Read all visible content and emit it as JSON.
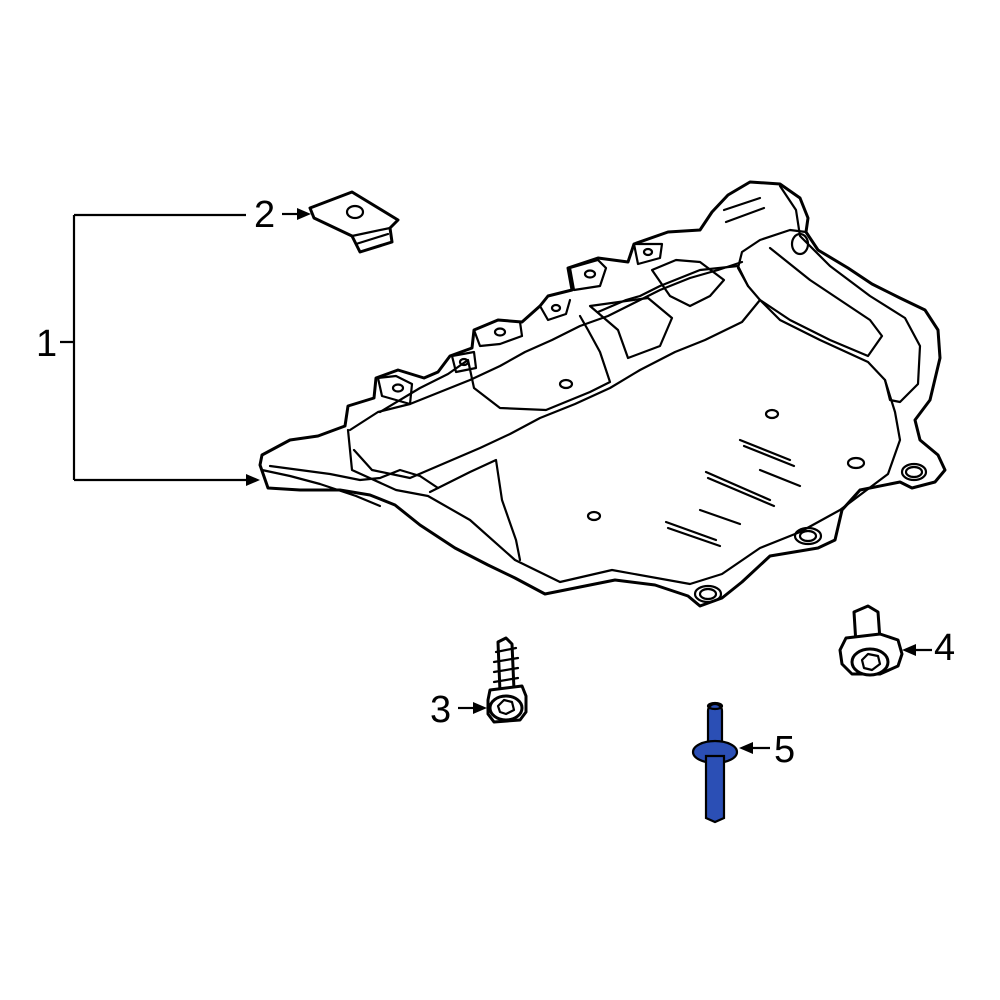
{
  "callouts": [
    {
      "id": "1",
      "label": "1",
      "part": "splash-shield"
    },
    {
      "id": "2",
      "label": "2",
      "part": "clip-nut"
    },
    {
      "id": "3",
      "label": "3",
      "part": "tapping-screw"
    },
    {
      "id": "4",
      "label": "4",
      "part": "flange-bolt"
    },
    {
      "id": "5",
      "label": "5",
      "part": "rivet"
    }
  ],
  "colors": {
    "line": "#000000",
    "background": "#ffffff",
    "highlight_part": "#2B4FB5"
  }
}
